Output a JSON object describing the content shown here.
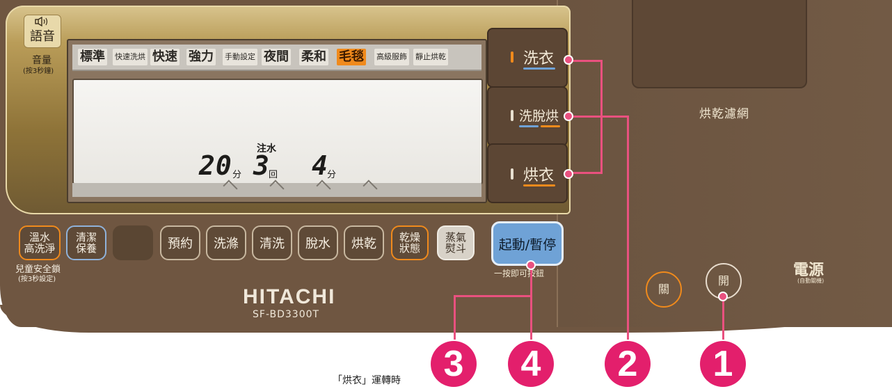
{
  "volume": {
    "icon": "speaker-icon",
    "button_label": "語音",
    "caption": "音量",
    "hint": "(按3秒鐘)"
  },
  "modes": [
    {
      "label": "標準",
      "small": false,
      "active": false
    },
    {
      "label": "快速洗烘",
      "small": true,
      "active": false
    },
    {
      "label": "快速",
      "small": false,
      "active": false
    },
    {
      "label": "強力",
      "small": false,
      "active": false
    },
    {
      "label": "手動設定",
      "small": true,
      "active": false
    },
    {
      "label": "夜間",
      "small": false,
      "active": false
    },
    {
      "label": "柔和",
      "small": false,
      "active": false
    },
    {
      "label": "毛毯",
      "small": false,
      "active": true
    },
    {
      "label": "高級服飾",
      "small": true,
      "active": false
    },
    {
      "label": "靜止烘乾",
      "small": true,
      "active": false
    }
  ],
  "lcd": {
    "status": "注水",
    "wash_time": "20",
    "wash_unit": "分",
    "rinse_count": "3",
    "rinse_unit": "回",
    "spin_time": "4",
    "spin_unit": "分"
  },
  "side_buttons": [
    {
      "label": "洗衣",
      "led": "#f08a1c"
    },
    {
      "label": "洗脫烘",
      "led": "#e8e0d0"
    },
    {
      "label": "烘衣",
      "led": "#e8e0d0"
    }
  ],
  "bottom_buttons": {
    "warm_wash": [
      "溫水",
      "高洗淨"
    ],
    "clean_care": [
      "清潔",
      "保養"
    ],
    "reserve": "預約",
    "wash": "洗滌",
    "rinse": "清洗",
    "spin": "脫水",
    "dry": "烘乾",
    "dry_state": [
      "乾燥",
      "狀態"
    ],
    "steam": [
      "蒸氣",
      "熨斗"
    ],
    "start_pause": "起動/暫停"
  },
  "child_lock": {
    "label": "兒童安全鎖",
    "hint": "(按3秒設定)"
  },
  "one_touch": "一按即可按鈕",
  "brand": {
    "name": "HITACHI",
    "model": "SF-BD3300T"
  },
  "filter_label": "烘乾濾網",
  "power": {
    "title": "電源",
    "subtitle": "(自動關機)",
    "off": "關",
    "on": "開"
  },
  "markers": [
    "3",
    "4",
    "2",
    "1"
  ],
  "note": "「烘衣」運轉時",
  "colors": {
    "accent_pink": "#e31f6c",
    "led_orange": "#f08a1c",
    "start_blue": "#6fa2d6"
  }
}
